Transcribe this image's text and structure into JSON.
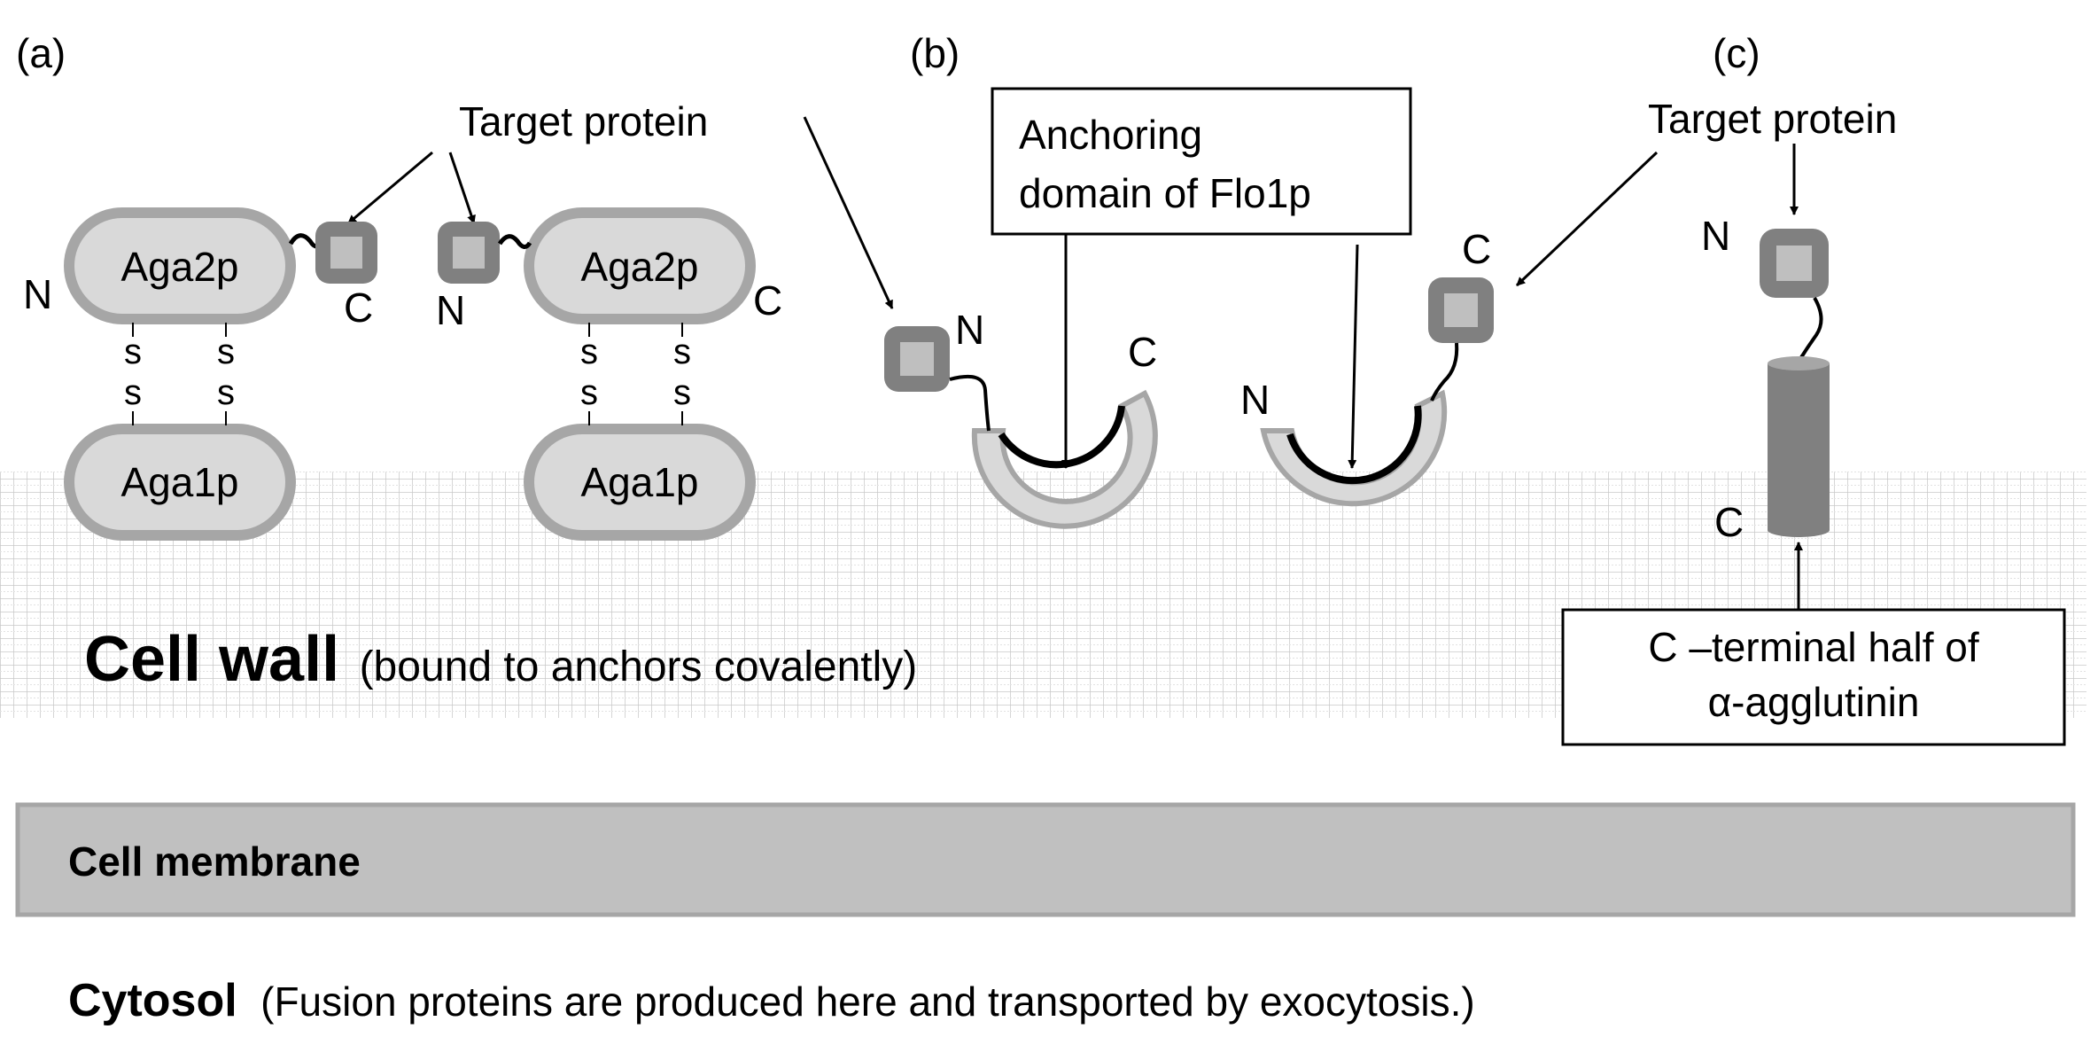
{
  "panels": {
    "a": "(a)",
    "b": "(b)",
    "c": "(c)"
  },
  "target_protein_label": "Target protein",
  "termini": {
    "n": "N",
    "c": "C"
  },
  "aga2p": "Aga2p",
  "aga1p": "Aga1p",
  "disulfide": "s",
  "flo1p_box": {
    "line1": "Anchoring",
    "line2": "domain of Flo1p"
  },
  "agglutinin_box": {
    "line1": "C –terminal half of",
    "line2": "α-agglutinin"
  },
  "cell_wall": {
    "title": "Cell wall",
    "note": "(bound to anchors covalently)"
  },
  "cell_membrane": "Cell membrane",
  "cytosol": {
    "title": "Cytosol",
    "note": "(Fusion proteins are produced here and transported by exocytosis.)"
  },
  "colors": {
    "capsule_fill": "#d9d9d9",
    "capsule_stroke": "#a6a6a6",
    "tag_outer": "#808080",
    "tag_inner": "#bfbfbf",
    "membrane_fill": "#c0c0c0",
    "membrane_stroke": "#a6a6a6",
    "cylinder": "#808080",
    "grid": "#c8c8c8"
  }
}
